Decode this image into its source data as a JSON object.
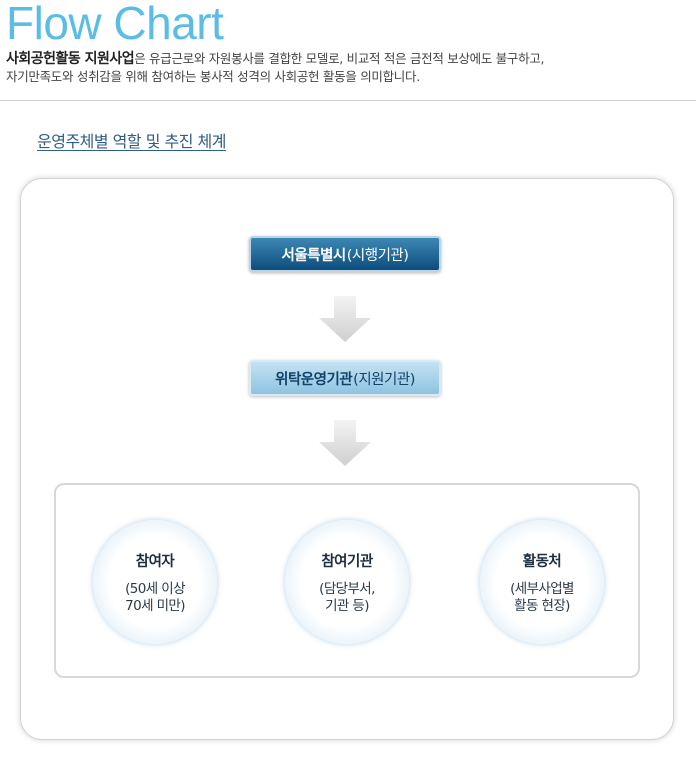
{
  "header": {
    "title": "Flow Chart",
    "intro_bold": "사회공헌활동 지원사업",
    "intro_line1_rest": "은 유급근로와 자원봉사를 결합한 모델로, 비교적 적은 금전적 보상에도 불구하고,",
    "intro_line2": "자기만족도와 성취감을 위해 참여하는 봉사적 성격의 사회공헌 활동을 의미합니다."
  },
  "section": {
    "title": "운영주체별 역할 및 추진 체계"
  },
  "diagram": {
    "top_node": {
      "bold": "서울특별시",
      "rest": "(시행기관)"
    },
    "mid_node": {
      "bold": "위탁운영기관",
      "rest": "(지원기관)"
    },
    "circles": [
      {
        "title": "참여자",
        "line1": "(50세 이상",
        "line2": "70세 미만)"
      },
      {
        "title": "참여기관",
        "line1": "(담당부서,",
        "line2": "기관 등)"
      },
      {
        "title": "활동처",
        "line1": "(세부사업별",
        "line2": "활동 현장)"
      }
    ]
  },
  "colors": {
    "title_blue": "#5bbde6",
    "top_node_bg": "#0d4d7c",
    "mid_node_bg": "#8ec4e1",
    "arrow_gray": "#d9d9d9"
  },
  "icons": {
    "arrow": "arrow-down-icon"
  }
}
